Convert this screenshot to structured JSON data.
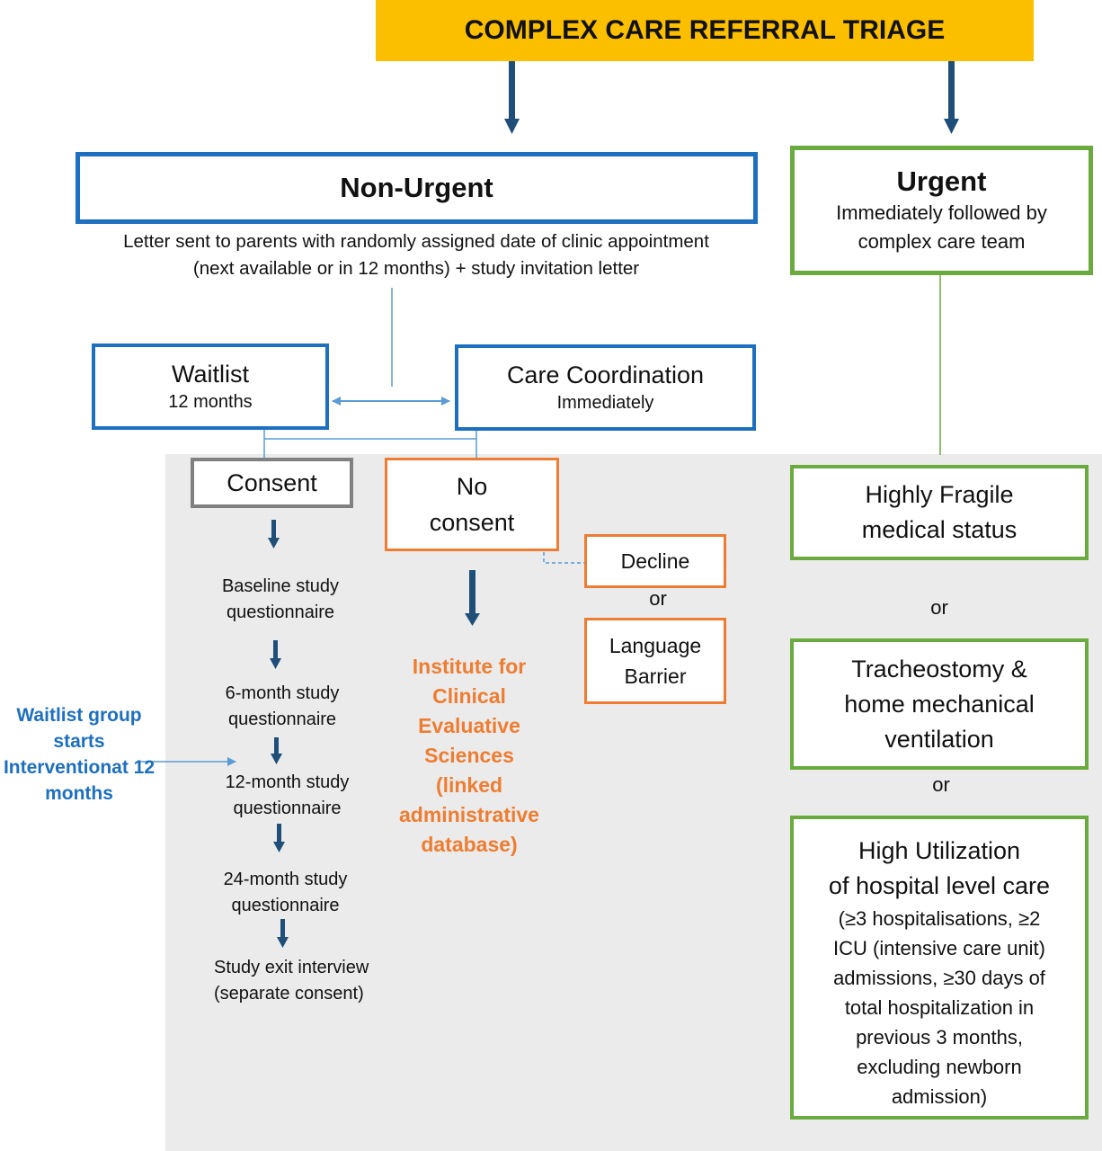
{
  "title": "COMPLEX CARE REFERRAL TRIAGE",
  "non_urgent": {
    "heading": "Non-Urgent",
    "letter_line1": "Letter sent to parents with randomly assigned date of clinic appointment",
    "letter_line2": "(next available or in 12 months) + study invitation letter"
  },
  "urgent": {
    "heading": "Urgent",
    "sub_line1": "Immediately followed by",
    "sub_line2": "complex care team"
  },
  "waitlist": {
    "label": "Waitlist",
    "sub": "12 months"
  },
  "care_coordination": {
    "label": "Care Coordination",
    "sub": "Immediately"
  },
  "consent": {
    "label": "Consent"
  },
  "no_consent": {
    "line1": "No",
    "line2": "consent"
  },
  "decline": {
    "label": "Decline"
  },
  "language_barrier": {
    "line1": "Language",
    "line2": "Barrier"
  },
  "or_decline_language": "or",
  "consent_steps": [
    {
      "line1": "Baseline study",
      "line2": "questionnaire"
    },
    {
      "line1": "6-month study",
      "line2": "questionnaire"
    },
    {
      "line1": "12-month study",
      "line2": "questionnaire"
    },
    {
      "line1": "24-month study",
      "line2": "questionnaire"
    },
    {
      "line1": "Study exit interview",
      "line2": "(separate consent)"
    }
  ],
  "waitlist_note": [
    "Waitlist group",
    "starts",
    "Interventionat 12",
    "months"
  ],
  "ices": [
    "Institute for",
    "Clinical",
    "Evaluative",
    "Sciences",
    "(linked",
    "administrative",
    "database)"
  ],
  "urgent_criteria": {
    "fragile": {
      "line1": "Highly Fragile",
      "line2": "medical status"
    },
    "or1": "or",
    "trach": {
      "line1": "Tracheostomy &",
      "line2": "home mechanical",
      "line3": "ventilation"
    },
    "or2": "or",
    "high_util": {
      "line1": "High Utilization",
      "line2": "of hospital level care",
      "details": [
        "(≥3 hospitalisations, ≥2",
        "ICU (intensive care unit)",
        "admissions, ≥30 days of",
        "total hospitalization in",
        "previous 3 months,",
        "excluding newborn",
        "admission)"
      ]
    }
  },
  "colors": {
    "title_bg": "#fbbf00",
    "blue": "#1d6fc0",
    "arrow_navy": "#1f4e79",
    "green": "#6aab3f",
    "orange": "#ee7d31",
    "grey_border": "#808080",
    "panel_bg": "#ebebeb"
  }
}
